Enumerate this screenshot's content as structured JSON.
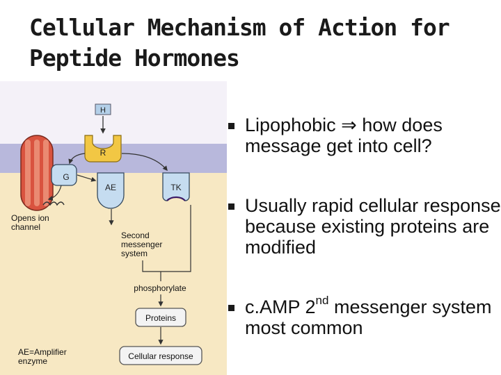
{
  "slide": {
    "title_line1": "Cellular Mechanism of Action for",
    "title_line2": "Peptide Hormones"
  },
  "diagram": {
    "hormone": "H",
    "receptor": "R",
    "g_protein": "G",
    "amplifier": "AE",
    "kinase": "TK",
    "ion_channel_line1": "Opens ion",
    "ion_channel_line2": "channel",
    "second_messenger_line1": "Second",
    "second_messenger_line2": "messenger",
    "second_messenger_line3": "system",
    "phosphorylate": "phosphorylate",
    "proteins": "Proteins",
    "cellular_response": "Cellular response",
    "legend_line1": "AE=Amplifier",
    "legend_line2": "enzyme",
    "colors": {
      "membrane": "#b8b8dc",
      "cytoplasm": "#f7e8c3",
      "extracellular": "#f4f1f8",
      "receptor_yellow": "#f2c744",
      "blue_shape": "#c5dcf0",
      "channel_red": "#d9533f"
    }
  },
  "bullets": {
    "b1_before": "Lipophobic ",
    "b1_arrow": "⇒",
    "b1_after": " how does message get into cell?",
    "b2": "Usually rapid cellular response because existing proteins are modified",
    "b3_before": "c.AMP 2",
    "b3_sup": "nd",
    "b3_after": " messenger system most common"
  }
}
